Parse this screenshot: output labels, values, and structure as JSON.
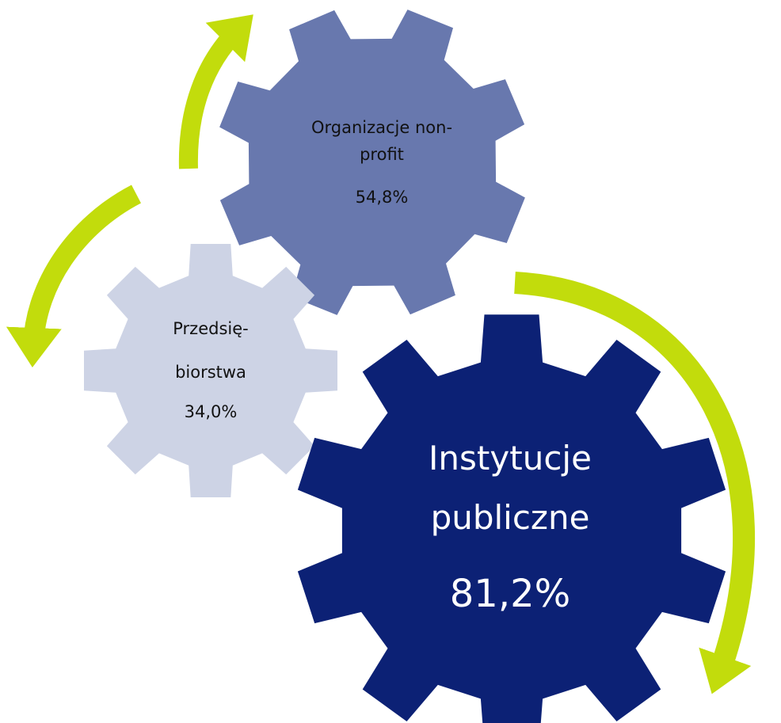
{
  "gears": [
    {
      "id": "nonprofit",
      "label_lines": [
        "Organizacje non-",
        "profit"
      ],
      "percentage": "54,8%",
      "color": "#6878ae"
    },
    {
      "id": "enterprises",
      "label_lines": [
        "Przedsię-",
        "biorstwa"
      ],
      "percentage": "34,0%",
      "color": "#cdd3e5"
    },
    {
      "id": "public",
      "label_lines": [
        "Instytucje",
        "publiczne"
      ],
      "percentage": "81,2%",
      "color": "#0c2175"
    }
  ],
  "arrow_color": "#c2dc0c"
}
